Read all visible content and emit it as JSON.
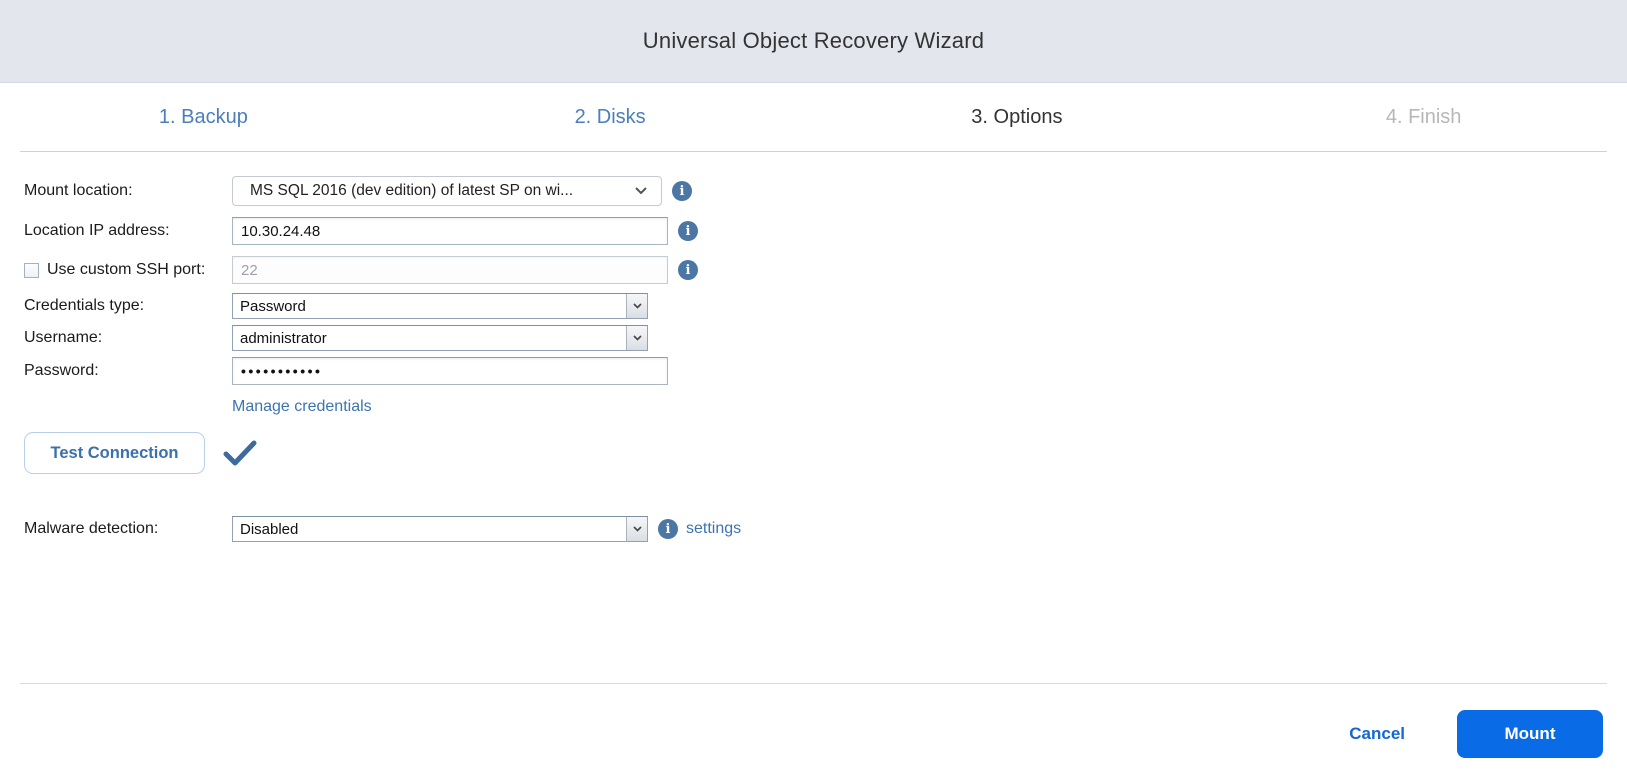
{
  "window": {
    "title": "Universal Object Recovery Wizard"
  },
  "steps": [
    {
      "label": "1. Backup",
      "state": "done"
    },
    {
      "label": "2. Disks",
      "state": "done"
    },
    {
      "label": "3. Options",
      "state": "current"
    },
    {
      "label": "4. Finish",
      "state": "upcoming"
    }
  ],
  "form": {
    "mount_location": {
      "label": "Mount location:",
      "value": "MS SQL 2016 (dev edition) of latest SP on wi..."
    },
    "location_ip": {
      "label": "Location IP address:",
      "value": "10.30.24.48"
    },
    "ssh_port": {
      "label": "Use custom SSH port:",
      "value": "22",
      "checked": false
    },
    "credentials_type": {
      "label": "Credentials type:",
      "value": "Password"
    },
    "username": {
      "label": "Username:",
      "value": "administrator"
    },
    "password": {
      "label": "Password:",
      "value": "•••••••••••"
    },
    "manage_credentials_label": "Manage credentials",
    "test_connection_label": "Test Connection",
    "test_connection_status": "success",
    "malware_detection": {
      "label": "Malware detection:",
      "value": "Disabled",
      "settings_label": "settings"
    }
  },
  "footer": {
    "cancel_label": "Cancel",
    "mount_label": "Mount"
  },
  "icons": {
    "info": "info-icon",
    "chevron": "chevron-down-icon",
    "check": "checkmark-icon"
  },
  "colors": {
    "titlebar_bg": "#e4e6ee",
    "step_done": "#4a7ebd",
    "step_current": "#333333",
    "step_upcoming": "#b5b7ba",
    "info_icon": "#4c77a4",
    "link": "#3c74b0",
    "cancel_link": "#1567d3",
    "mount_button": "#0a6be6",
    "check_mark": "#3d6b9c"
  }
}
